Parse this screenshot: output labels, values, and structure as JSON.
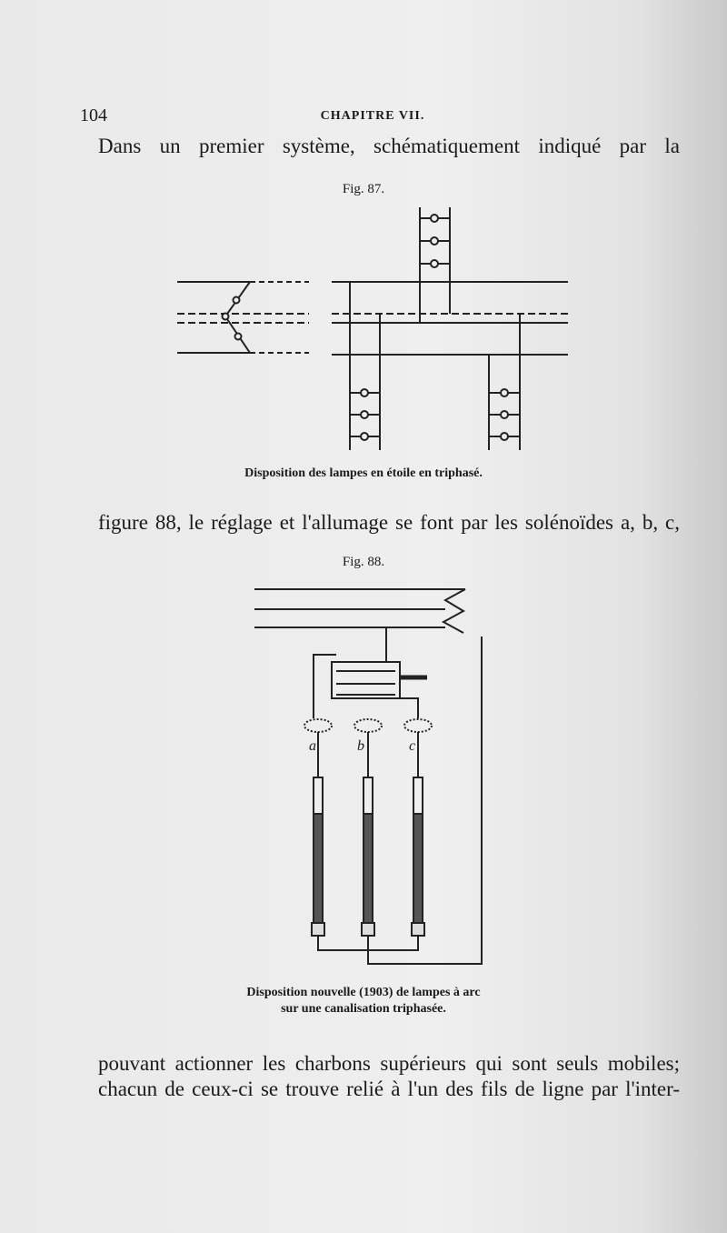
{
  "header": {
    "page_number": "104",
    "chapter": "CHAPITRE VII."
  },
  "body": {
    "line1": "Dans un premier système, schématiquement indiqué par la",
    "line2": "figure 88, le réglage et l'allumage se font par les solénoïdes a, b, c,",
    "line3": "pouvant actionner les charbons supérieurs qui sont seuls mobiles;",
    "line4": "chacun de ceux-ci se trouve relié à l'un des fils de ligne par l'inter-"
  },
  "figures": [
    {
      "label": "Fig. 87.",
      "caption": "Disposition des lampes en étoile en triphasé."
    },
    {
      "label": "Fig. 88.",
      "caption_line1": "Disposition nouvelle (1903) de lampes à arc",
      "caption_line2": "sur une canalisation triphasée.",
      "solenoid_labels": [
        "a",
        "b",
        "c"
      ]
    }
  ]
}
